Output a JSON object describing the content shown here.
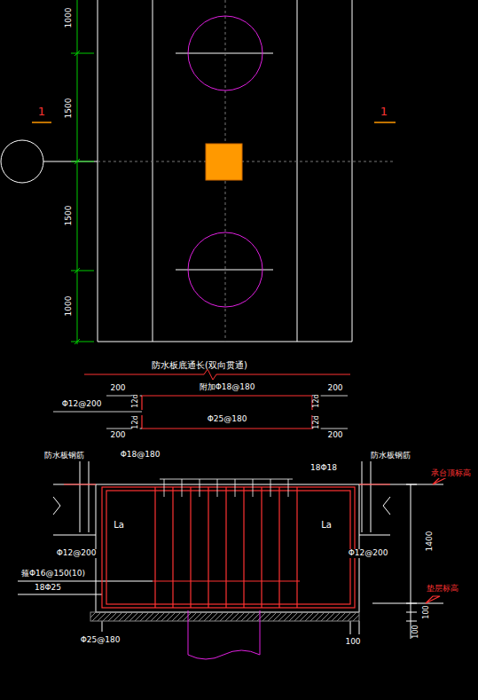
{
  "diagram": {
    "labels": [
      "1000",
      "1500",
      "1500",
      "1000",
      "1",
      "1",
      "防水板底通长(双向贯通)",
      "200",
      "附加Φ18@180",
      "200",
      "Φ12@200",
      "12d",
      "12d",
      "Φ25@180",
      "12d",
      "12d",
      "200",
      "200",
      "防水板钢筋",
      "Φ18@180",
      "18Φ18",
      "防水板钢筋",
      "承台顶标高",
      "La",
      "La",
      "Φ12@200",
      "Φ12@200",
      "1400",
      "箍Φ16@150(10)",
      "18Φ25",
      "垫层标高",
      "100",
      "100",
      "Φ25@180",
      "100"
    ]
  }
}
